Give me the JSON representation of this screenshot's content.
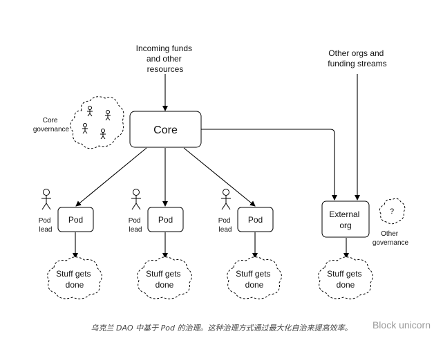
{
  "diagram": {
    "incoming_funds": [
      "Incoming funds",
      "and other",
      "resources"
    ],
    "other_orgs": [
      "Other orgs and",
      "funding streams"
    ],
    "core": "Core",
    "core_governance": [
      "Core",
      "governance"
    ],
    "pod": "Pod",
    "pod_lead": [
      "Pod",
      "lead"
    ],
    "external_org": [
      "External",
      "org"
    ],
    "other_governance": [
      "Other",
      "governance"
    ],
    "question_mark": "?",
    "stuff_gets_done": [
      "Stuff gets",
      "done"
    ]
  },
  "caption": "乌克兰 DAO 中基于 Pod 的治理。这种治理方式通过最大化自治来提高效率。",
  "watermark": "Block unicorn"
}
